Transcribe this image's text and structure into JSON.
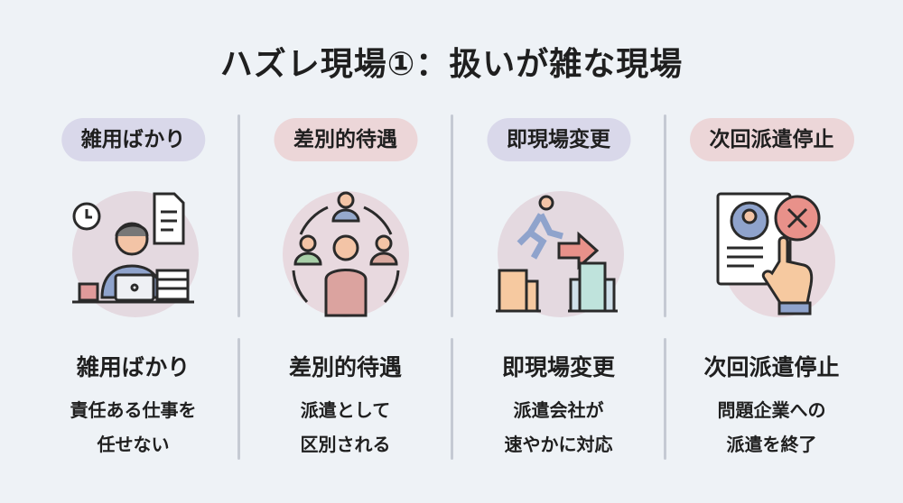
{
  "title": "ハズレ現場①：扱いが雑な現場",
  "columns": [
    {
      "pill": "雑用ばかり",
      "heading": "雑用ばかり",
      "desc": [
        "責任ある仕事を",
        "任せない"
      ],
      "icon": "overwhelmed-worker-icon"
    },
    {
      "pill": "差別的待遇",
      "heading": "差別的待遇",
      "desc": [
        "派遣として",
        "区別される"
      ],
      "icon": "excluded-person-icon"
    },
    {
      "pill": "即現場変更",
      "heading": "即現場変更",
      "desc": [
        "派遣会社が",
        "速やかに対応"
      ],
      "icon": "move-workplace-icon"
    },
    {
      "pill": "次回派遣停止",
      "heading": "次回派遣停止",
      "desc": [
        "問題企業への",
        "派遣を終了"
      ],
      "icon": "cancel-assignment-icon"
    }
  ],
  "colors": {
    "pill_purple": "#d9d8ea",
    "pill_pink": "#ecd6d8",
    "background": "#eef2f6"
  }
}
